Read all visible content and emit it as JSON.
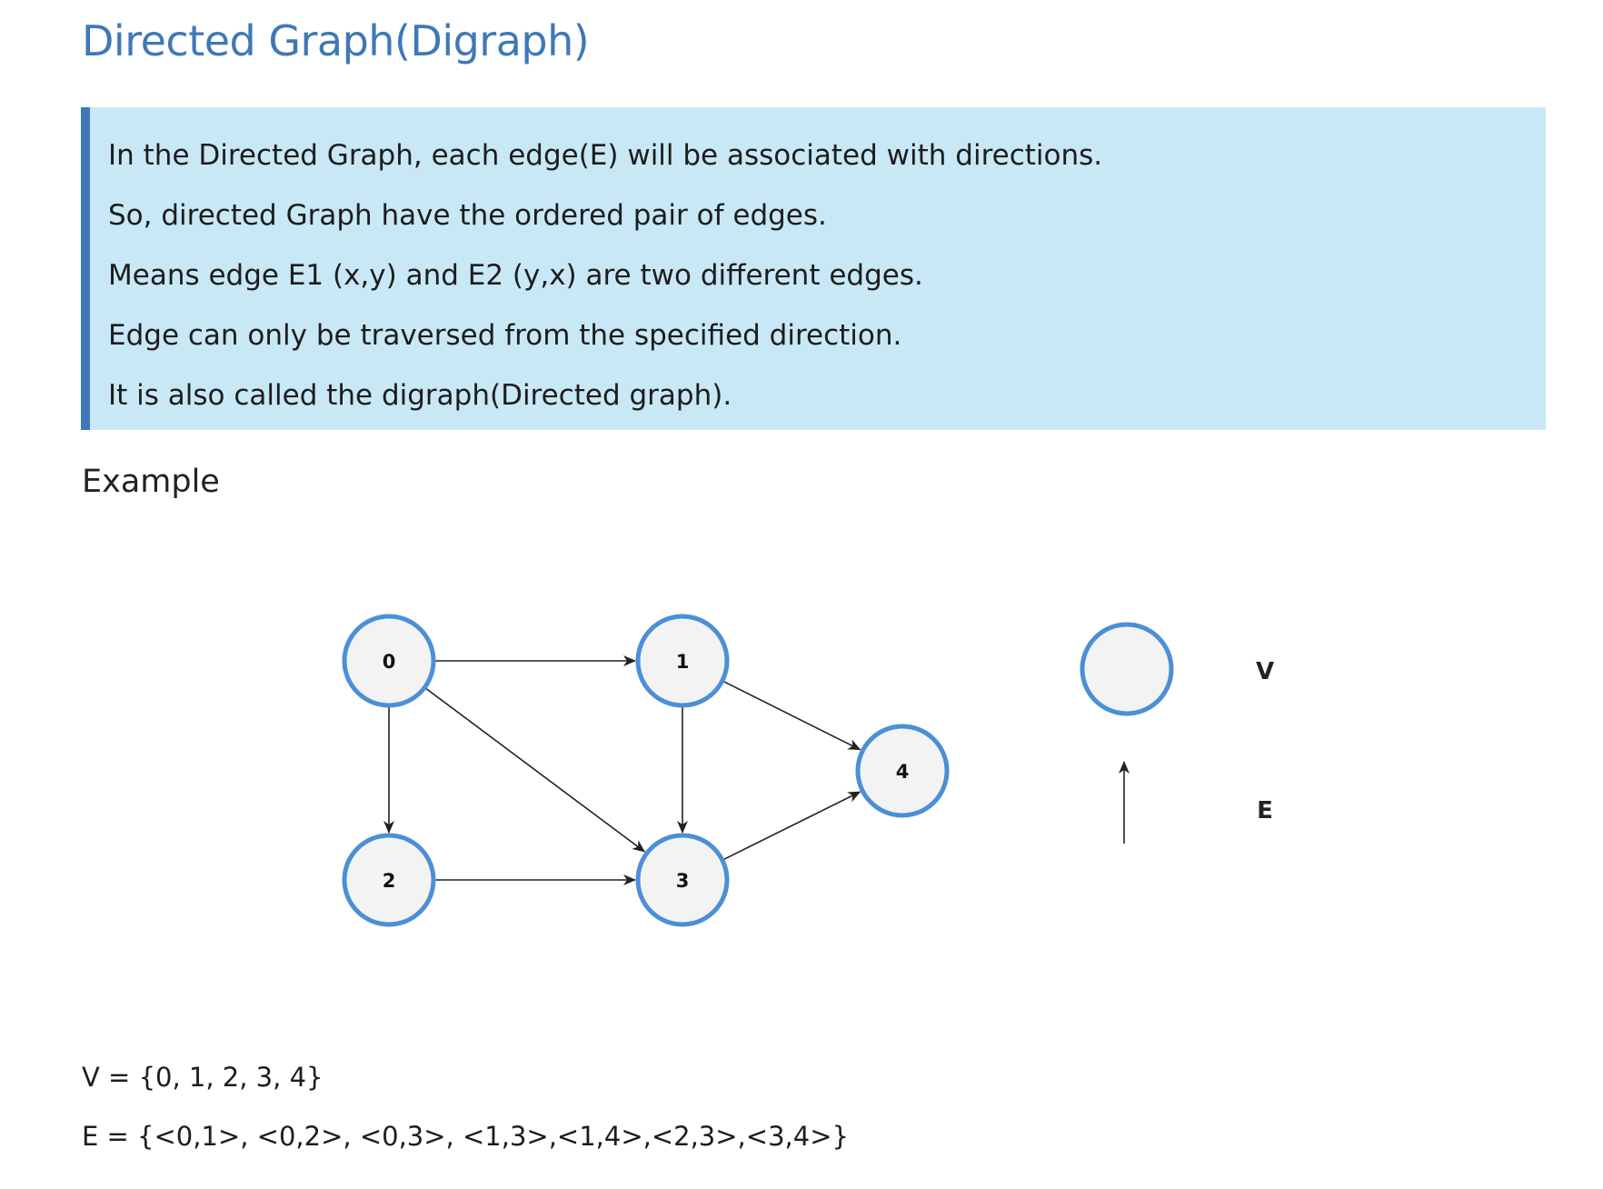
{
  "page": {
    "title": "Directed Graph(Digraph)"
  },
  "note": {
    "lines": [
      "In the Directed Graph, each edge(E) will be associated with directions.",
      "So, directed Graph have the ordered pair of edges.",
      "Means edge E1 (x,y) and E2 (y,x) are two different edges.",
      "Edge can only be traversed from the specified direction.",
      "It is also called the digraph(Directed graph)."
    ]
  },
  "example": {
    "heading": "Example"
  },
  "graph": {
    "nodes": [
      "0",
      "1",
      "2",
      "3",
      "4"
    ],
    "edges": [
      [
        "0",
        "1"
      ],
      [
        "0",
        "2"
      ],
      [
        "0",
        "3"
      ],
      [
        "1",
        "3"
      ],
      [
        "1",
        "4"
      ],
      [
        "2",
        "3"
      ],
      [
        "3",
        "4"
      ]
    ],
    "colors": {
      "node_fill": "#f3f3f3",
      "node_stroke": "#4c8fd6",
      "edge": "#222222"
    }
  },
  "legend": {
    "vertex_label": "V",
    "edge_label": "E"
  },
  "sets": {
    "vertices": "V = {0, 1, 2, 3, 4}",
    "edges": "E = {<0,1>, <0,2>, <0,3>, <1,3>,<1,4>,<2,3>,<3,4>}"
  },
  "colors": {
    "title": "#3f78b6",
    "note_background": "#c9e8f6",
    "note_border": "#3f78b6"
  }
}
